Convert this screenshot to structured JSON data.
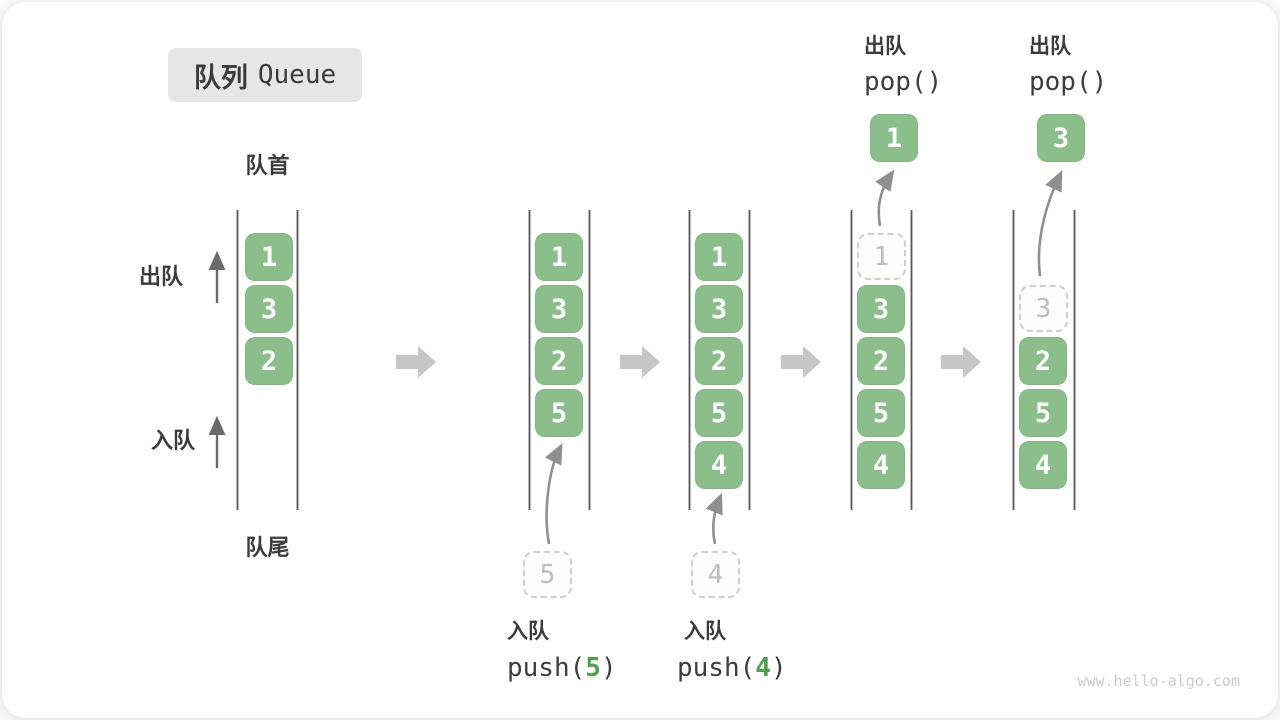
{
  "title": {
    "zh": "队列",
    "en": "Queue"
  },
  "labels": {
    "front": "队首",
    "rear": "队尾",
    "dequeue": "出队",
    "enqueue": "入队"
  },
  "q1": {
    "boxes": [
      "1",
      "3",
      "2"
    ]
  },
  "q2": {
    "boxes": [
      "1",
      "3",
      "2",
      "5"
    ],
    "ghost": "5",
    "op": {
      "label": "入队",
      "pre": "push(",
      "arg": "5",
      "post": ")"
    }
  },
  "q3": {
    "boxes": [
      "1",
      "3",
      "2",
      "5",
      "4"
    ],
    "ghost": "4",
    "op": {
      "label": "入队",
      "pre": "push(",
      "arg": "4",
      "post": ")"
    }
  },
  "q4": {
    "ghost": "1",
    "boxes": [
      "3",
      "2",
      "5",
      "4"
    ],
    "popped": "1",
    "op": {
      "label": "出队",
      "code": "pop()"
    }
  },
  "q5": {
    "ghost": "3",
    "boxes": [
      "2",
      "5",
      "4"
    ],
    "popped": "3",
    "op": {
      "label": "出队",
      "code": "pop()"
    }
  },
  "watermark": "www.hello-algo.com",
  "colors": {
    "box_green": "#8cbe8c",
    "code_green": "#4f9e50",
    "block_arrow_gray": "#c6c6c6",
    "curve_gray": "#8f8f8f",
    "straight_arrow_gray": "#6a6a6a",
    "channel_line": "#555555",
    "text_dark": "#3b3b3b",
    "ghost_gray": "#bcbcbc",
    "ghost_border": "#cdcdcd",
    "title_bg": "#e6e6e6",
    "watermark_gray": "#cbcbcb"
  }
}
